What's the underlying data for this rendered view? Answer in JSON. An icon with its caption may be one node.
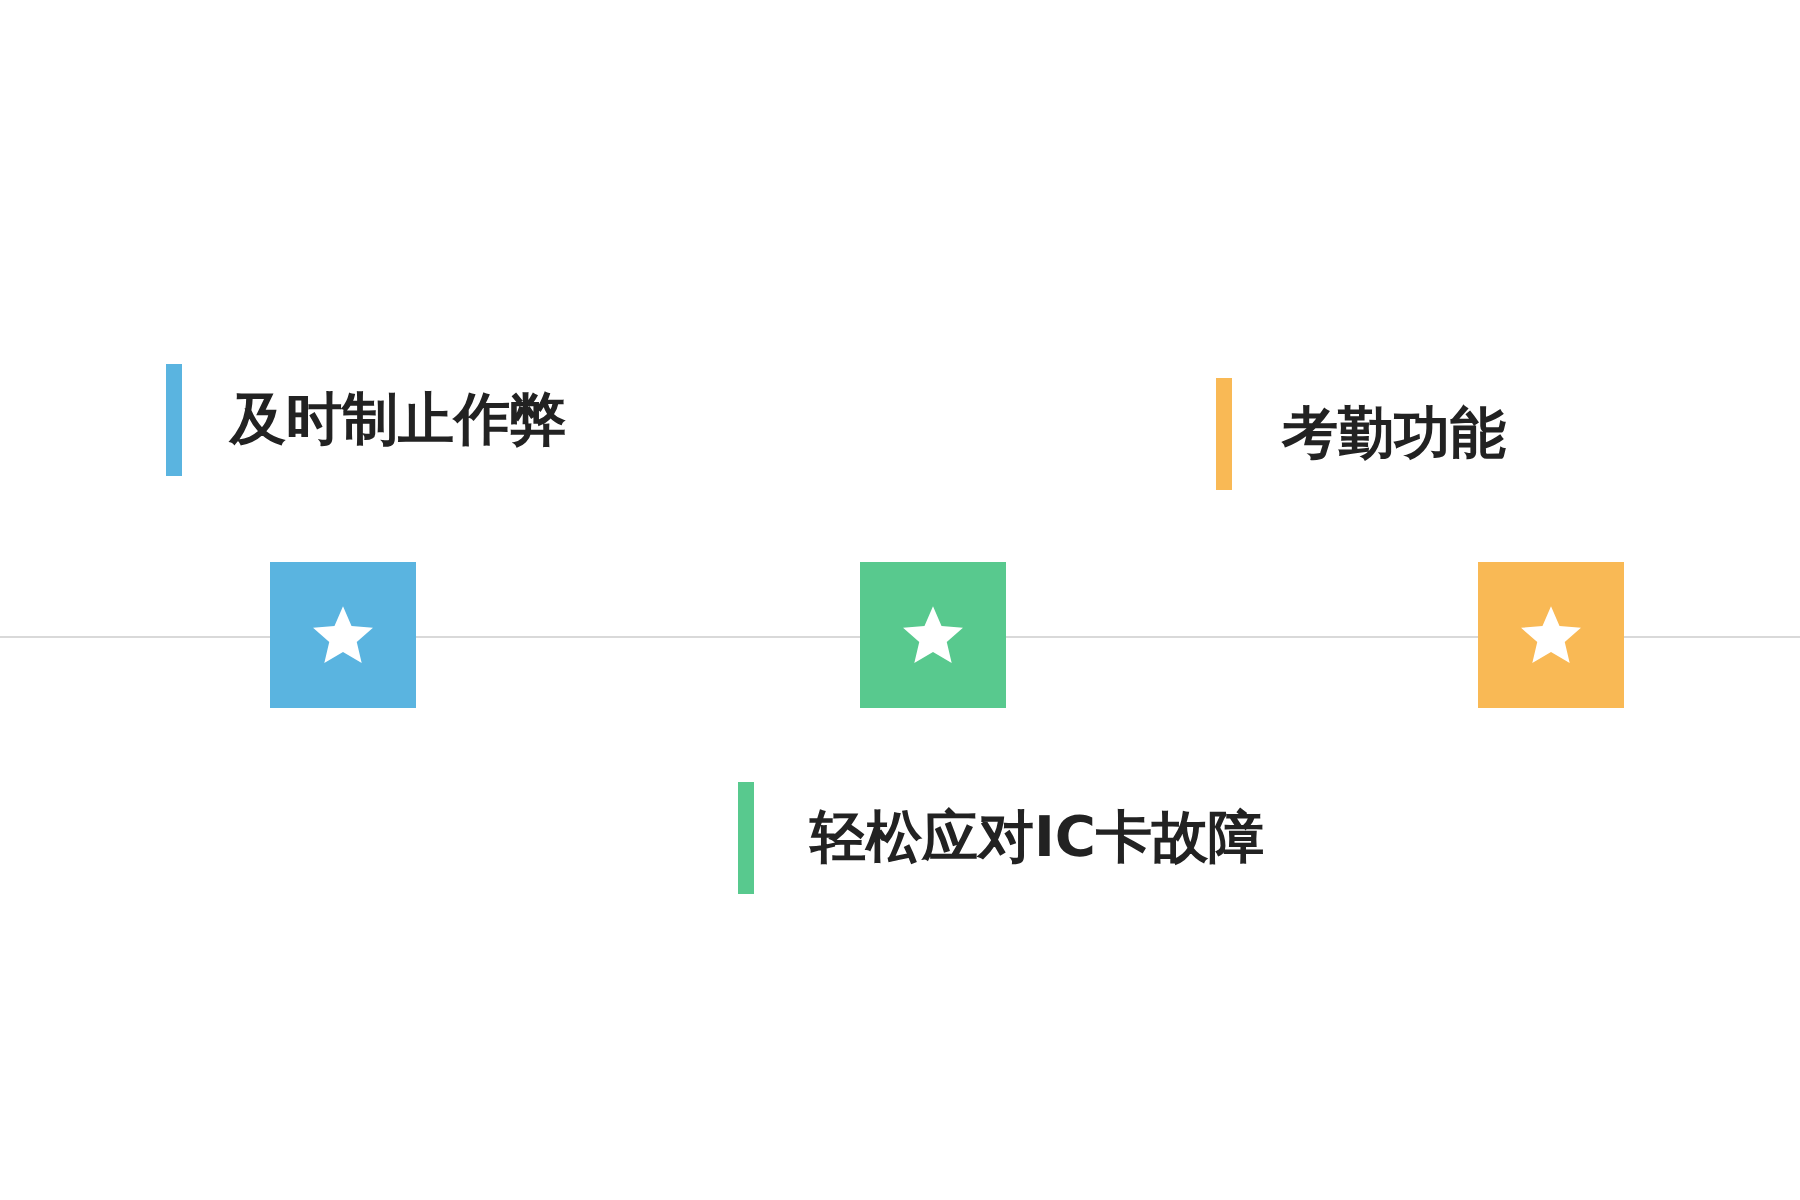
{
  "diagram": {
    "labels": [
      "及时制止作弊",
      "考勤功能",
      "轻松应对IC卡故障"
    ]
  }
}
